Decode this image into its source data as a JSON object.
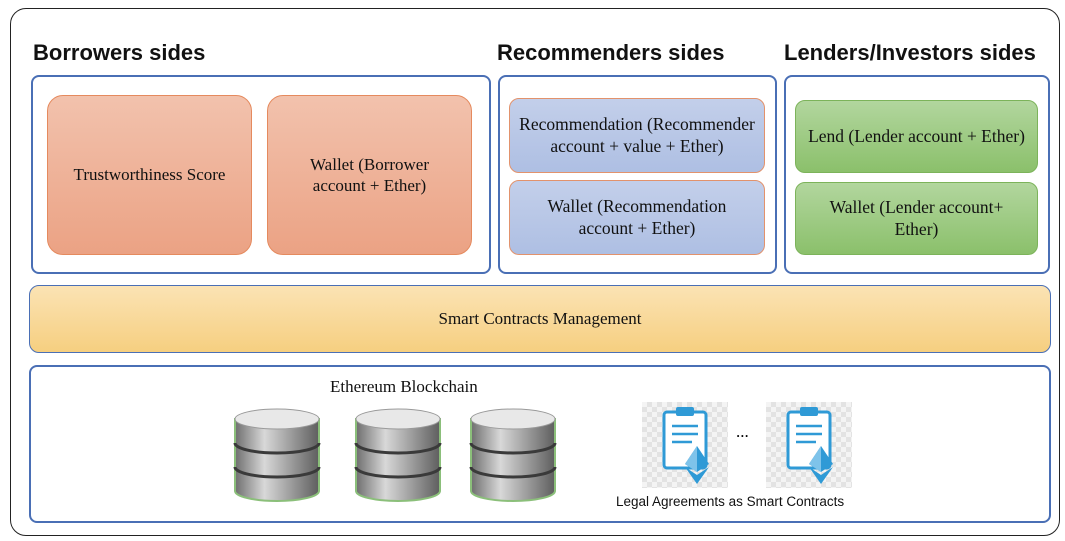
{
  "headings": {
    "borrowers": "Borrowers sides",
    "recommenders": "Recommenders sides",
    "lenders": "Lenders/Investors sides"
  },
  "borrowers": {
    "trust": "Trustworthiness Score",
    "wallet": "Wallet (Borrower account + Ether)"
  },
  "recommenders": {
    "recommendation": "Recommendation (Recommender account + value + Ether)",
    "wallet": "Wallet (Recommendation account + Ether)"
  },
  "lenders": {
    "lend": "Lend (Lender  account + Ether)",
    "wallet": "Wallet (Lender  account+ Ether)"
  },
  "smart_contracts": "Smart Contracts Management",
  "blockchain": {
    "label": "Ethereum Blockchain",
    "ellipsis": "...",
    "legal": "Legal Agreements as Smart Contracts"
  },
  "colors": {
    "panel_border": "#4a6fb5",
    "borrower_box": "#eba284",
    "recommender_box": "#aebfe3",
    "lender_box": "#8bc06b",
    "smart_band": "#f6cf80",
    "ether_icon": "#2f9ad6"
  },
  "icons": [
    "database-icon",
    "contract-document-icon",
    "ethereum-icon"
  ]
}
